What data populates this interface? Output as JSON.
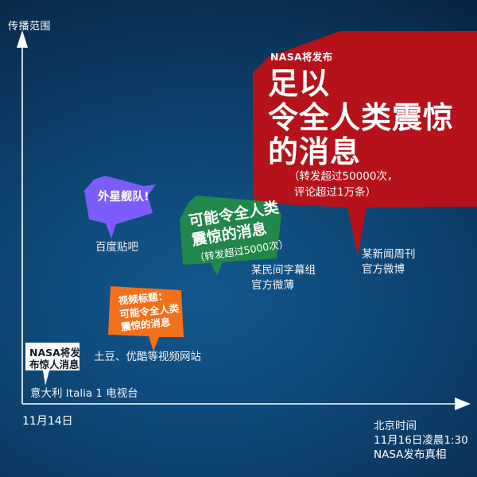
{
  "axes": {
    "y_label": "传播范围",
    "x_start_label": "11月14日",
    "x_end_note_line1": "北京时间",
    "x_end_note_line2": "11月16日凌晨1:30",
    "x_end_note_line3": "NASA发布真相"
  },
  "colors": {
    "background_center": "#14578c",
    "background_edge": "#05162c",
    "red_bubble": "#b5121b",
    "green_bubble": "#21874a",
    "purple_bubble": "#7c5cfa",
    "orange_bubble": "#f3701b",
    "white_bubble": "#ffffff",
    "axis": "#ffffff",
    "text": "#ffffff"
  },
  "stages": [
    {
      "id": "italia1",
      "bubble_color": "#ffffff",
      "bubble_text_lines": [
        "NASA将发",
        "布惊人消息"
      ],
      "caption": "意大利 Italia 1 电视台"
    },
    {
      "id": "video-sites",
      "bubble_color": "#f3701b",
      "bubble_text_lines": [
        "视频标题：",
        "可能令全人类",
        "震惊的消息"
      ],
      "caption": "土豆、优酷等视频网站"
    },
    {
      "id": "baidu-tieba",
      "bubble_color": "#7c5cfa",
      "bubble_text_lines": [
        "外星舰队!"
      ],
      "caption": "百度贴吧"
    },
    {
      "id": "subtitle-group-weibo",
      "bubble_color": "#21874a",
      "bubble_text_lines": [
        "可能令全人类",
        "震惊的消息"
      ],
      "bubble_sub": "（转发超过5000次）",
      "caption_line1": "某民间字幕组",
      "caption_line2": "官方微薄"
    },
    {
      "id": "news-weekly-weibo",
      "bubble_color": "#b5121b",
      "kicker": "NASA将发布",
      "headline_line1": "足以",
      "headline_line2": "令全人类震惊",
      "headline_line3": "的消息",
      "bubble_sub_line1": "（转发超过50000次，",
      "bubble_sub_line2": "评论超过1万条）",
      "caption_line1": "某新闻周刊",
      "caption_line2": "官方微博"
    }
  ]
}
